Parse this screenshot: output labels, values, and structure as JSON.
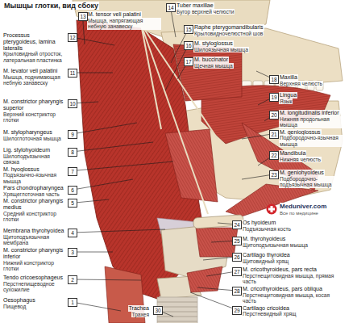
{
  "diagram": {
    "title": "Мышцы глотки, вид сбоку",
    "labels": [
      "1",
      "Oesophagus",
      "Пищевод",
      "2",
      "Tendo cricoesophageus",
      "Перстнепищеводное сухожилие",
      "3",
      "M. constrictor pharyngis inferior",
      "Нижний констриктор глотки",
      "4",
      "Membrana thyrohyoidea",
      "Щитоподъязычная мембрана",
      "5",
      "M. constrictor pharyngis medius",
      "Средний констриктор глотки",
      "6",
      "Pars chondropharyngea",
      "Хрящеглоточная часть",
      "7",
      "M. hyoglossus",
      "Подъязычно-язычная мышца",
      "8",
      "Lig. stylohyoideum",
      "Шилоподъязычная связка",
      "9",
      "M. stylopharyngeus",
      "Шилоглоточная мышца",
      "10",
      "M. constrictor pharyngis superior",
      "Верхний констриктор глотки",
      "11",
      "M. levator veli palatini",
      "Мышца, поднимающая небную занавеску",
      "12",
      "Processus pterygoideus, lamina lateralis",
      "Крыловидный отросток, латеральная пластинка",
      "13",
      "M. tensor veli palatini",
      "Мышца, напрягающая небную занавеску",
      "14",
      "Tuber maxillae",
      "Бугор верхней челюсти",
      "15",
      "Raphe pterygomandibularis",
      "Крыловидночелюстной шов",
      "16",
      "M. styloglossus",
      "Шилоязычная мышца",
      "17",
      "M. buccinator",
      "Щечная мышца",
      "18",
      "Maxilla",
      "Верхняя челюсть",
      "19",
      "Lingua",
      "Язык",
      "20",
      "M. longitudinalis inferior",
      "Нижняя продольная мышца",
      "21",
      "M. genioglossus",
      "Подбородочно-язычная мышца",
      "22",
      "Mandibula",
      "Нижняя челюсть",
      "23",
      "M. geniohyoideus",
      "Подбородочно-подъязычная мышца",
      "24",
      "Os hyoideum",
      "Подъязычная кость",
      "25",
      "M. thyrohyoideus",
      "Щитоподъязычная мышца",
      "26",
      "Cartilago thyroidea",
      "Щитовидный хрящ",
      "27",
      "M. cricothyroideus, pars recta",
      "Перстнещитовидная мышца, прямая часть",
      "28",
      "M. cricothyroideus, pars obliqua",
      "Перстнещитовидная мышца, косая часть",
      "29",
      "Cartilago cricoidea",
      "Перстневидный хрящ",
      "30",
      "Trachea",
      "Трахея",
      "Meduniver.com",
      "Все по медицине"
    ]
  }
}
